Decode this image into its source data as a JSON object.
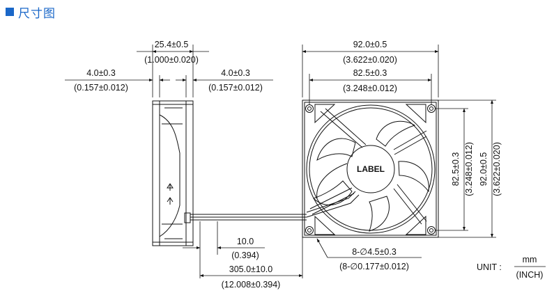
{
  "header": {
    "title": "尺寸图",
    "accent": "#1a67c8"
  },
  "side_view": {
    "overall_width": "25.4±0.5",
    "overall_width_inch": "(1.000±0.020)",
    "left_flange": "4.0±0.3",
    "left_flange_inch": "(0.157±0.012)",
    "right_flange": "4.0±0.3",
    "right_flange_inch": "(0.157±0.012)"
  },
  "front_view": {
    "outer_width": "92.0±0.5",
    "outer_width_inch": "(3.622±0.020)",
    "hole_spacing": "82.5±0.3",
    "hole_spacing_inch": "(3.248±0.012)",
    "hole_spacing_v": "82.5±0.3",
    "hole_spacing_v_inch": "(3.248±0.012)",
    "outer_height": "92.0±0.5",
    "outer_height_inch": "(3.622±0.020)",
    "hub_label": "LABEL",
    "holes": "8-∅4.5±0.3",
    "holes_inch": "(8-∅0.177±0.012)"
  },
  "lead_wire": {
    "strip_length": "10.0",
    "strip_length_inch": "(0.394)",
    "total_length": "305.0±10.0",
    "total_length_inch": "(12.008±0.394)"
  },
  "units": {
    "prefix": "UNIT :",
    "numerator": "mm",
    "denominator": "(INCH)"
  }
}
